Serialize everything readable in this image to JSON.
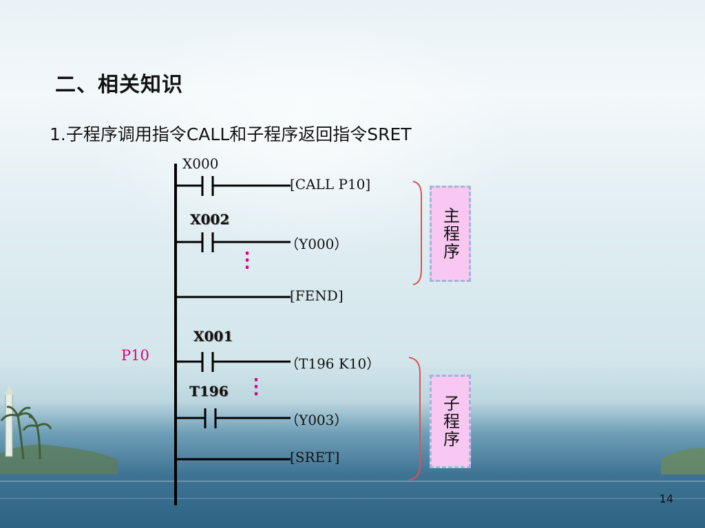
{
  "slide": {
    "title": "二、相关知识",
    "subtitle": "1.子程序调用指令CALL和子程序返回指令SRET",
    "page_number": "14"
  },
  "ladder": {
    "contacts": {
      "x000": "X000",
      "x002": "X002",
      "x001": "X001",
      "t196": "T196"
    },
    "outputs": {
      "call": "[CALL  P10]",
      "y000": "（Y000）",
      "fend": "[FEND]",
      "t196k10": "（T196  K10）",
      "y003": "（Y003）",
      "sret": "[SRET]"
    },
    "pointer": "P10",
    "ellipsis": "⋮"
  },
  "brackets": {
    "main_program": "主程序",
    "sub_program": "子程序"
  },
  "colors": {
    "pointer": "#e0007f",
    "ellipsis": "#e0007f",
    "bracket": "#e05050",
    "box_fill": "#f8c8f2",
    "box_border": "#9ab8d8"
  }
}
